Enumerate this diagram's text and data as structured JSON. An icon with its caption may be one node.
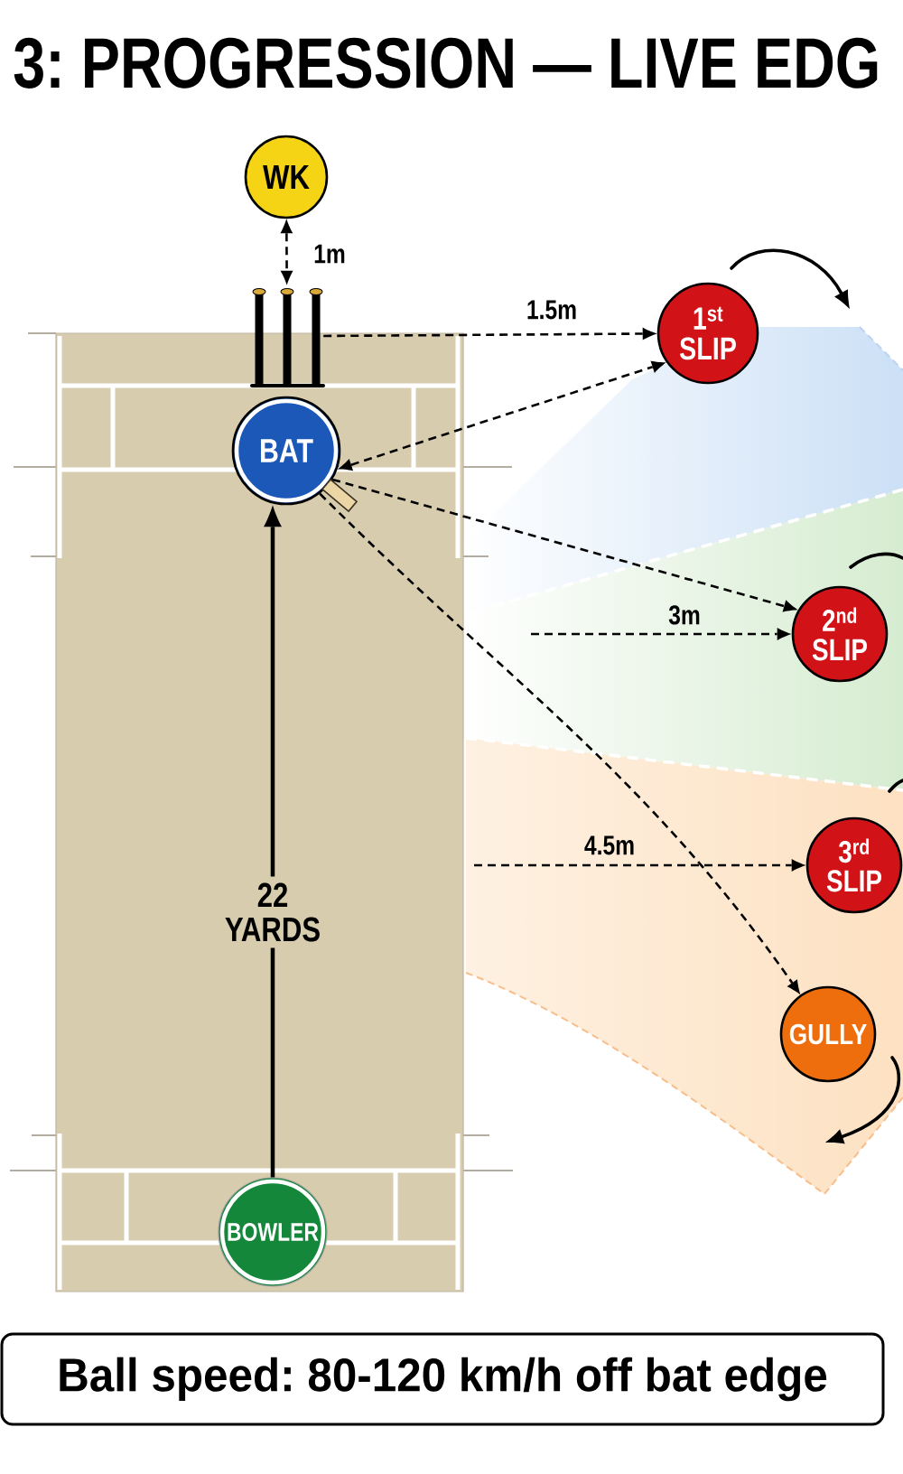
{
  "diagram": {
    "title": "3: PROGRESSION — LIVE EDG",
    "nodes": [
      {
        "text": [
          "WK"
        ]
      },
      {
        "text": [],
        "shape": "picture"
      },
      {
        "text": [
          "1$^{st}$ SLIP"
        ]
      },
      {
        "text": [
          "BAT"
        ]
      },
      {
        "text": [
          "2$^{nd}$ SLIP"
        ]
      },
      {
        "text": [
          "3$^{rd}$ SLIP"
        ]
      },
      {
        "text": [
          "GULLY"
        ]
      },
      {
        "text": [
          "BOWLER"
        ]
      },
      {
        "text": [
          "Ball speed: 80-120 km/h off bat edge"
        ]
      }
    ],
    "edges": [
      {
        "from": 0,
        "to": 1,
        "arrow": "both",
        "style": "dashed",
        "label": "1m"
      },
      {
        "from": 1,
        "to": 2,
        "arrow": "to",
        "style": "dashed",
        "label": "1.5m"
      },
      {
        "from": 3,
        "to": 2,
        "arrow": "both",
        "style": "dashed"
      },
      {
        "from": 3,
        "to": 4,
        "arrow": "to",
        "style": "dashed"
      },
      {
        "from": null,
        "to": 4,
        "arrow": "to",
        "style": "dashed",
        "label": "3m"
      },
      {
        "from": null,
        "to": 5,
        "arrow": "to",
        "style": "dashed",
        "label": "4.5m"
      },
      {
        "from": 3,
        "to": 6,
        "arrow": "to",
        "style": "dashed"
      },
      {
        "from": 7,
        "to": 3,
        "arrow": "to",
        "label": "22 YARDS"
      }
    ]
  }
}
